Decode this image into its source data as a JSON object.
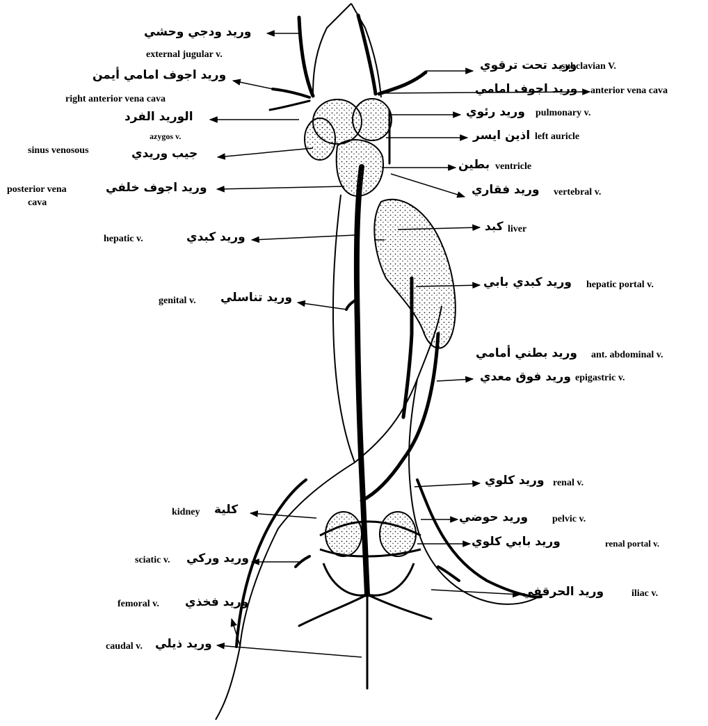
{
  "labels": {
    "external_jugular_ar": "وريد ودجي وحشي",
    "external_jugular_en": "external jugular v.",
    "right_ant_vc_ar": "وريد اجوف امامي أيمن",
    "right_ant_vc_en": "right anterior vena cava",
    "azygos_ar": "الوريد الفرد",
    "azygos_en": "azygos v.",
    "sinus_en": "sinus venosous",
    "sinus_ar": "جيب وريدي",
    "posterior_vc_en_1": "posterior vena",
    "posterior_vc_en_2": "cava",
    "posterior_vc_ar": "وريد اجوف خلفي",
    "hepatic_en": "hepatic v.",
    "hepatic_ar": "وريد كبدي",
    "genital_en": "genital v.",
    "genital_ar": "وريد تناسلي",
    "subclavian_ar": "وريد تحت ترقوي",
    "subclavian_en": "subclavian V.",
    "anterior_vc_ar": "وريد اجوف امامي",
    "anterior_vc_en": "anterior vena cava",
    "pulmonary_ar": "وريد رئوي",
    "pulmonary_en": "pulmonary v.",
    "left_auricle_ar": "اذين ايسر",
    "left_auricle_en": "left auricle",
    "ventricle_ar": "بطين",
    "ventricle_en": "ventricle",
    "vertebral_ar": "وريد فقاري",
    "vertebral_en": "vertebral v.",
    "liver_ar": "كبد",
    "liver_en": "liver",
    "hepatic_portal_ar": "وريد كبدي بابي",
    "hepatic_portal_en": "hepatic portal v.",
    "ant_abdominal_ar": "وريد بطني أمامي",
    "ant_abdominal_en": "ant. abdominal v.",
    "epigastric_ar": "وريد فوق معدي",
    "epigastric_en": "epigastric v.",
    "renal_ar": "وريد كلوي",
    "renal_en": "renal v.",
    "kidney_en": "kidney",
    "kidney_ar": "كلية",
    "pelvic_ar": "وريد حوضي",
    "pelvic_en": "pelvic v.",
    "renal_portal_ar": "وريد بابي كلوي",
    "renal_portal_en": "renal portal v.",
    "sciatic_en": "sciatic v.",
    "sciatic_ar": "وريد وركي",
    "iliac_ar": "وريد الحرقفي",
    "iliac_en": "iliac v.",
    "femoral_en": "femoral v.",
    "femoral_ar": "وريد فخذي",
    "caudal_en": "caudal v.",
    "caudal_ar": "وريد ذيلي"
  }
}
